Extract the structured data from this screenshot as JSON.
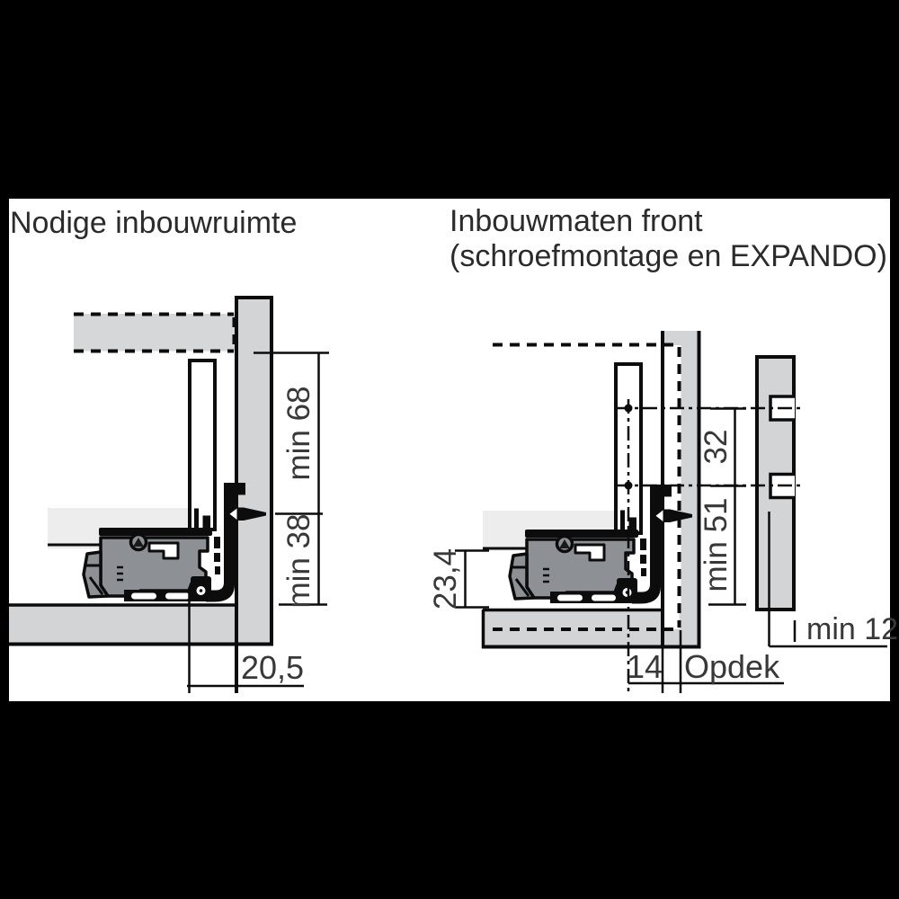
{
  "canvas": {
    "background": "#000000",
    "surface": "#ffffff"
  },
  "titles": {
    "left": "Nodige inbouwruimte",
    "right_main": "Inbouwmaten front",
    "right_sub": "(schroefmontage en EXPANDO)"
  },
  "left_diagram": {
    "label": "Nodige inbouwruimte",
    "dimensions": {
      "upper_clearance": "min 68",
      "lower_clearance": "min 38",
      "slide_offset": "20,5"
    }
  },
  "right_diagram": {
    "label": "Inbouwmaten front",
    "dimensions": {
      "hole_spacing": "32",
      "lower_min": "min 51",
      "bottom_height": "23,4",
      "front_offset": "14",
      "mount_type": "Opdek",
      "front_thickness": "min 12"
    }
  },
  "icons": {
    "screw": "screw-icon",
    "mounting_hole": "mounting-hole-icon",
    "drilling_dot": "drilling-position-dot"
  },
  "colors": {
    "line": "#0c0c0c",
    "panel_gray": "#d3d4d6",
    "top_strip_gray": "#d6d7d8",
    "drawer_bottom_gray": "#ededee",
    "mechanism_gray": "#8d9094",
    "text": "#383838"
  }
}
